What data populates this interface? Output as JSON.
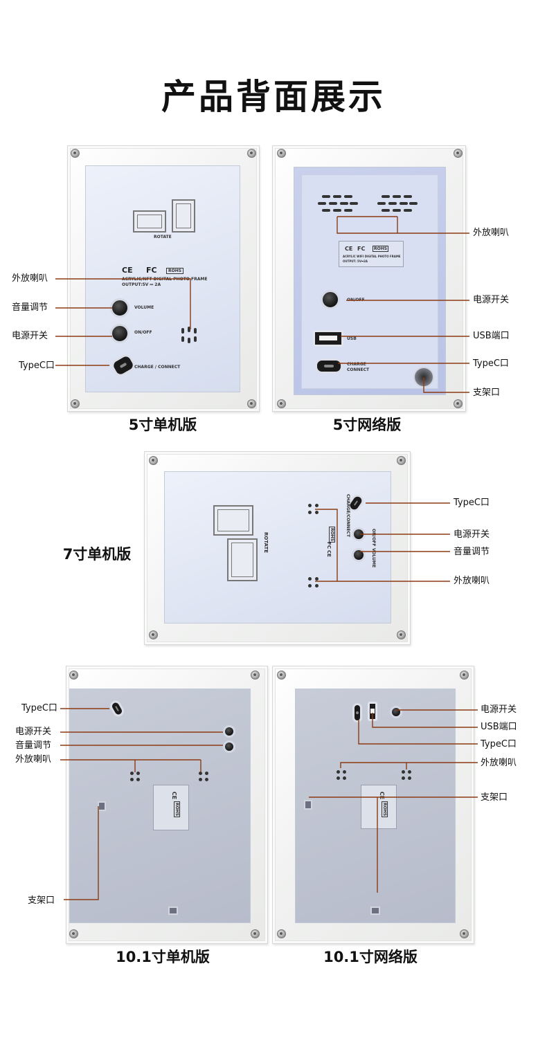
{
  "title": "产品背面展示",
  "products": {
    "p5_standalone": {
      "caption": "5寸单机版",
      "labels": {
        "speaker": "外放喇叭",
        "volume": "音量调节",
        "power": "电源开关",
        "typec": "TypeC口"
      },
      "print": {
        "rotate": "ROTATE",
        "volume": "VOLUME",
        "onoff": "ON/OFF",
        "charge": "CHARGE / CONNECT",
        "ce": "CE",
        "fc": "FC",
        "rohs": "ROHS",
        "model": "ACRYLIC/NFT DIGITAL PHOTO FRAME",
        "output": "OUTPUT:5V ⎓ 2A"
      }
    },
    "p5_network": {
      "caption": "5寸网络版",
      "labels": {
        "speaker": "外放喇叭",
        "power": "电源开关",
        "usb": "USB端口",
        "typec": "TypeC口",
        "stand": "支架口"
      },
      "print": {
        "onoff": "ON/OFF",
        "usb": "USB",
        "charge": "CHARGE",
        "connect": "CONNECT",
        "ce": "CE",
        "fc": "FC",
        "rohs": "ROHS",
        "model": "ACRYLIC WIFI DIGITAL PHOTO FRAME",
        "output": "OUTPUT: 5V⎓2A"
      }
    },
    "p7_standalone": {
      "caption": "7寸单机版",
      "labels": {
        "typec": "TypeC口",
        "power": "电源开关",
        "volume": "音量调节",
        "speaker": "外放喇叭"
      },
      "print": {
        "rotate": "ROTATE",
        "charge": "CHARGE/CONNECT",
        "onoff": "ON/OFF",
        "volume": "VOLUME",
        "ce": "CE",
        "fc": "FC",
        "rohs": "ROHS"
      }
    },
    "p10_standalone": {
      "caption": "10.1寸单机版",
      "labels": {
        "typec": "TypeC口",
        "power": "电源开关",
        "volume": "音量调节",
        "speaker": "外放喇叭",
        "stand": "支架口"
      },
      "print": {
        "ce": "CE",
        "rohs": "ROHS"
      }
    },
    "p10_network": {
      "caption": "10.1寸网络版",
      "labels": {
        "power": "电源开关",
        "usb": "USB端口",
        "typec": "TypeC口",
        "speaker": "外放喇叭",
        "stand": "支架口"
      },
      "print": {
        "ce": "CE",
        "rohs": "ROHS"
      }
    }
  },
  "colors": {
    "leader": "#8b3a12",
    "panel_light": "#dfe5f3",
    "panel_blue": "#bcc5e7",
    "panel_grey": "#bcc1cf"
  }
}
